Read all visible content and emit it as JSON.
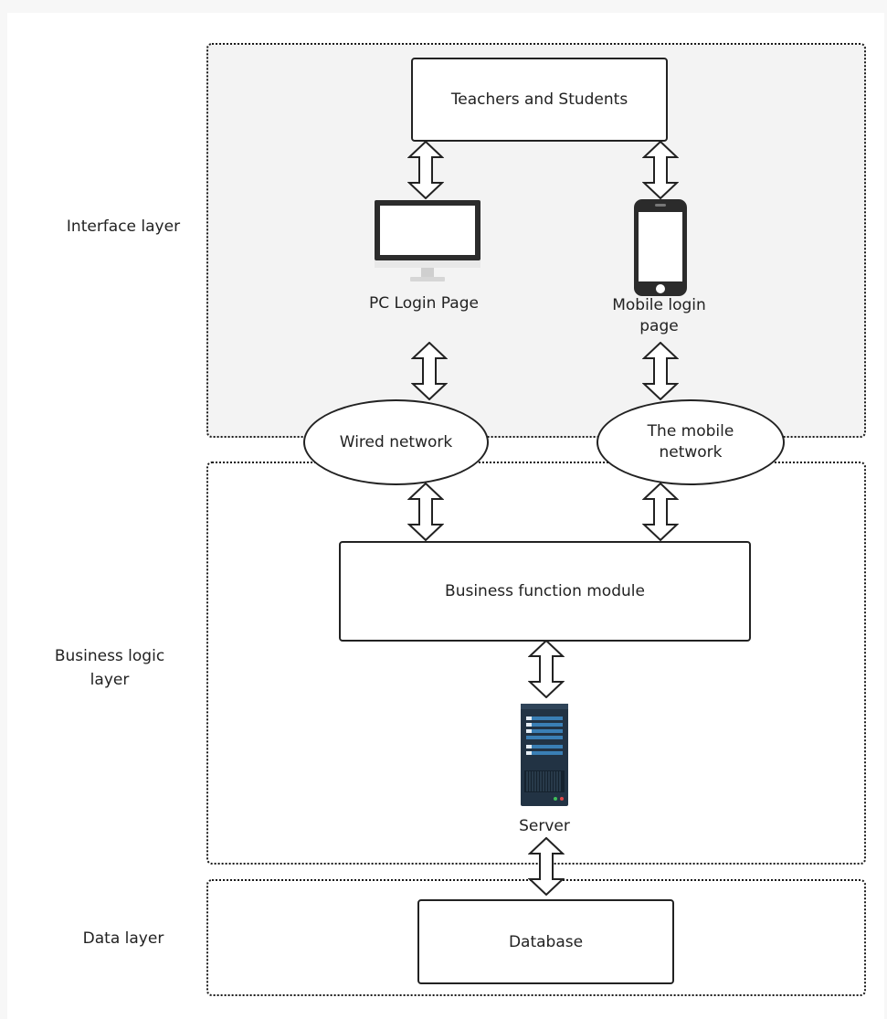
{
  "layers": {
    "interface": "Interface layer",
    "business": "Business logic layer",
    "data": "Data layer"
  },
  "nodes": {
    "users": "Teachers and Students",
    "pc_page": "PC Login Page",
    "mobile_page_line1": "Mobile login",
    "mobile_page_line2": "page",
    "wired": "Wired network",
    "mobile_network_line1": "The mobile",
    "mobile_network_line2": "network",
    "business_module": "Business function module",
    "server": "Server",
    "database": "Database"
  },
  "icons": {
    "pc": "desktop-monitor-icon",
    "phone": "smartphone-icon",
    "server": "server-rack-icon",
    "arrows": "double-arrow-icon"
  }
}
